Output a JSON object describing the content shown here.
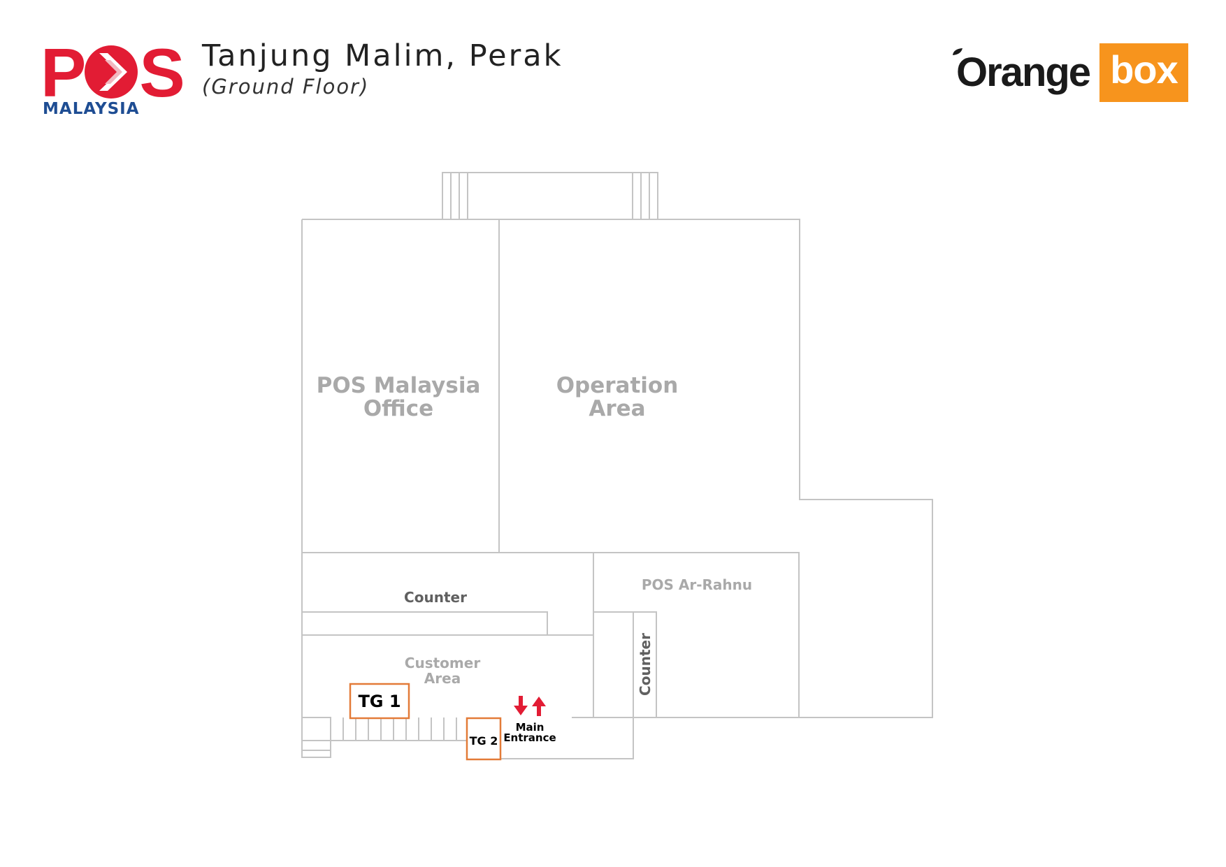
{
  "header": {
    "title": "Tanjung Malim, Perak",
    "subtitle": "(Ground Floor)"
  },
  "pos_logo": {
    "wordmark_left": "P",
    "wordmark_right": "S",
    "subtext": "MALAYSIA",
    "colors": {
      "red": "#e21c34",
      "blue": "#1e4d93"
    }
  },
  "orangebox_logo": {
    "word": "Orange",
    "box_word": "box",
    "colors": {
      "box": "#f7941d",
      "text": "#1a1a1a"
    }
  },
  "floor_plan": {
    "rooms": {
      "pos_office": {
        "line1": "POS Malaysia",
        "line2": "Office"
      },
      "operation": {
        "line1": "Operation",
        "line2": "Area"
      },
      "counter_main": "Counter",
      "ar_rahnu": "POS Ar-Rahnu",
      "counter_side": "Counter",
      "customer": {
        "line1": "Customer",
        "line2": "Area"
      }
    },
    "markers": {
      "tg1": "TG 1",
      "tg2": "TG 2"
    },
    "entrance": {
      "line1": "Main",
      "line2": "Entrance"
    },
    "colors": {
      "wall": "#c4c4c4",
      "marker": "#e37b38",
      "arrow": "#e21c34",
      "label": "#a9a9a9"
    }
  }
}
